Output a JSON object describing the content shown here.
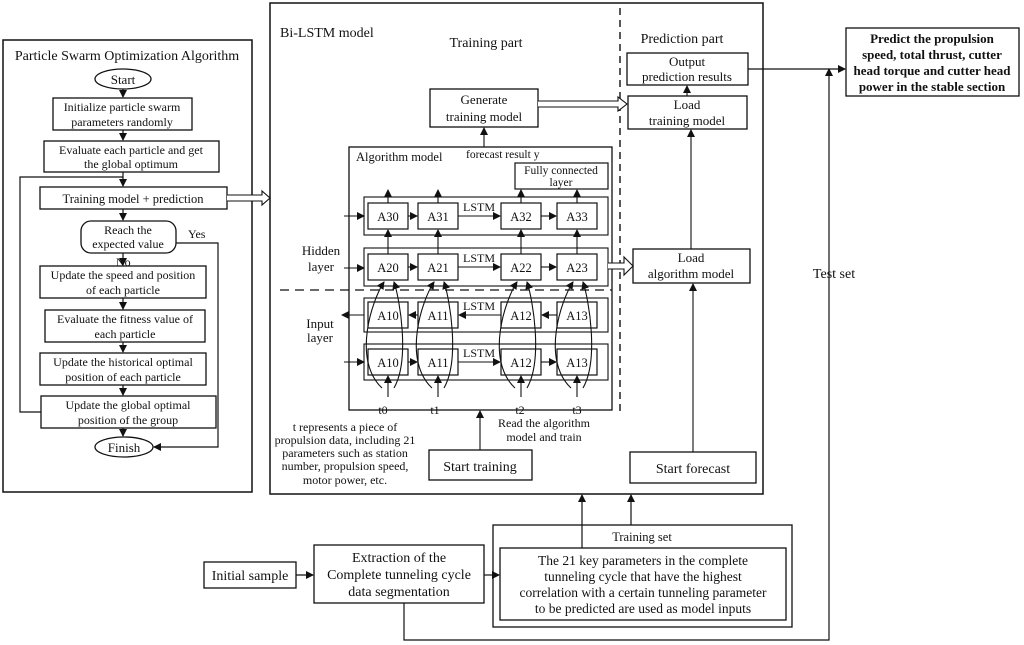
{
  "pso": {
    "title": "Particle Swarm Optimization Algorithm",
    "start": "Start",
    "init": [
      "Initialize particle swarm",
      "parameters randomly"
    ],
    "evaluate": [
      "Evaluate each particle and get",
      "the global optimum"
    ],
    "train_predict": "Training model + prediction",
    "reach": [
      "Reach the",
      "expected value"
    ],
    "yes": "Yes",
    "no": "No",
    "update_speed": [
      "Update the speed and position",
      "of each particle"
    ],
    "eval_fitness": [
      "Evaluate the fitness value of",
      "each particle"
    ],
    "update_hist": [
      "Update the historical optimal",
      "position of each particle"
    ],
    "update_global": [
      "Update the global optimal",
      "position of the group"
    ],
    "finish": "Finish"
  },
  "bilstm": {
    "title": "Bi-LSTM model",
    "training_part": "Training part",
    "prediction_part": "Prediction part",
    "generate": [
      "Generate",
      "training model"
    ],
    "algorithm_model": "Algorithm model",
    "forecast_result": "forecast result y",
    "fully_connected": [
      "Fully connected",
      "layer"
    ],
    "hidden_layer": [
      "Hidden",
      "layer"
    ],
    "input_layer": [
      "Input",
      "layer"
    ],
    "lstm": "LSTM",
    "rows": [
      [
        "A30",
        "A31",
        "A32",
        "A33"
      ],
      [
        "A20",
        "A21",
        "A22",
        "A23"
      ],
      [
        "A10",
        "A11",
        "A12",
        "A13"
      ],
      [
        "A10",
        "A11",
        "A12",
        "A13"
      ]
    ],
    "times": [
      "t0",
      "t1",
      "t2",
      "t3"
    ],
    "t_note": [
      "t represents a piece of",
      "propulsion data, including 21",
      "parameters such as station",
      "number, propulsion speed,",
      "motor power, etc."
    ],
    "read_note": [
      "Read the algorithm",
      "model and train"
    ],
    "start_training": "Start training",
    "output": [
      "Output",
      "prediction results"
    ],
    "load_training": [
      "Load",
      "training model"
    ],
    "load_algorithm": [
      "Load",
      "algorithm model"
    ],
    "start_forecast": "Start forecast"
  },
  "right": {
    "predict": [
      "Predict the propulsion",
      "speed, total thrust, cutter",
      "head torque and cutter head",
      "power in the stable section"
    ],
    "test_set": "Test set"
  },
  "bottom": {
    "initial_sample": "Initial sample",
    "extraction": [
      "Extraction of the",
      "Complete tunneling cycle",
      "data segmentation"
    ],
    "training_set": "Training set",
    "params": [
      "The 21 key parameters in the complete",
      "tunneling cycle that have the highest",
      "correlation with a certain tunneling parameter",
      "to be predicted are used as model inputs"
    ]
  }
}
